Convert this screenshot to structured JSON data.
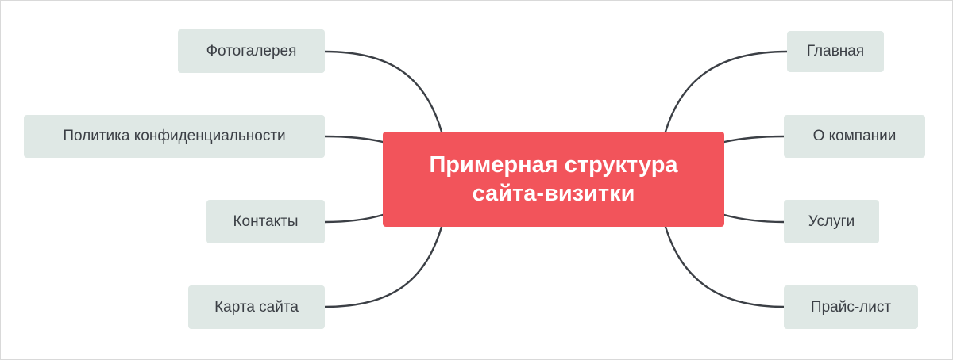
{
  "center": {
    "line1": "Примерная структура",
    "line2": "сайта-визитки"
  },
  "left_nodes": [
    {
      "label": "Фотогалерея"
    },
    {
      "label": "Политика конфиденциальности"
    },
    {
      "label": "Контакты"
    },
    {
      "label": "Карта сайта"
    }
  ],
  "right_nodes": [
    {
      "label": "Главная"
    },
    {
      "label": "О компании"
    },
    {
      "label": "Услуги"
    },
    {
      "label": "Прайс-лист"
    }
  ],
  "colors": {
    "center_fill": "#f2545b",
    "node_fill": "#dfe8e5",
    "connector": "#3b3f45",
    "text": "#3b3f45"
  }
}
